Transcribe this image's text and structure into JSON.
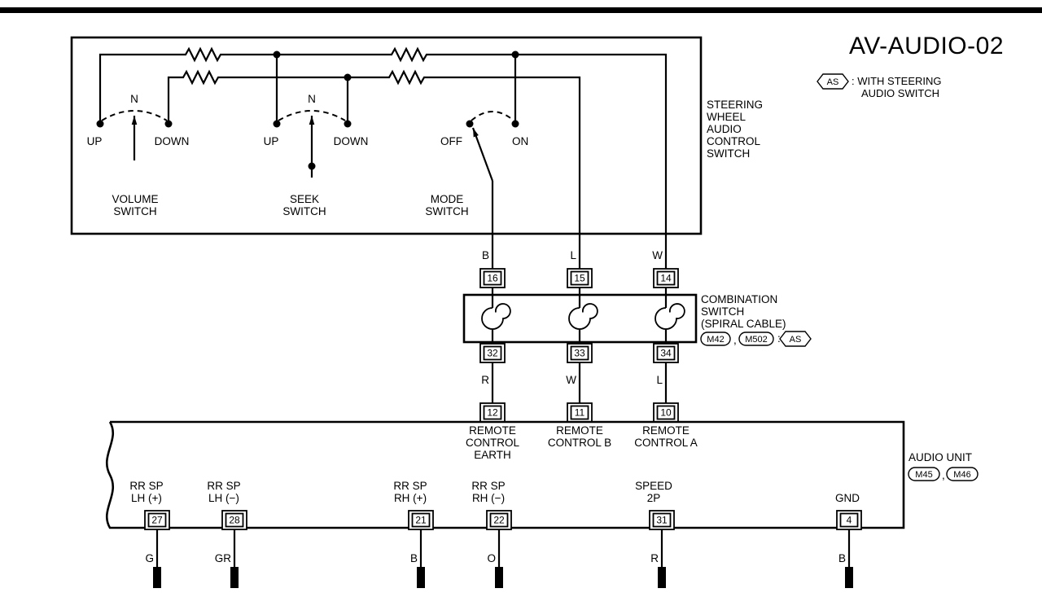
{
  "title": "AV-AUDIO-02",
  "legend": {
    "badge": "AS",
    "line1": ": WITH STEERING",
    "line2": "AUDIO SWITCH"
  },
  "steering_switch": {
    "name_lines": [
      "STEERING",
      "WHEEL",
      "AUDIO",
      "CONTROL",
      "SWITCH"
    ],
    "volume": {
      "up": "UP",
      "neutral": "N",
      "down": "DOWN",
      "name1": "VOLUME",
      "name2": "SWITCH"
    },
    "seek": {
      "up": "UP",
      "neutral": "N",
      "down": "DOWN",
      "name1": "SEEK",
      "name2": "SWITCH"
    },
    "mode": {
      "off": "OFF",
      "on": "ON",
      "name1": "MODE",
      "name2": "SWITCH"
    }
  },
  "harness_top": {
    "wires": [
      "B",
      "L",
      "W"
    ]
  },
  "combination_switch": {
    "name1": "COMBINATION",
    "name2": "SWITCH",
    "name3": "(SPIRAL CABLE)",
    "badge1": "M42",
    "sep1": ",",
    "badge2": "M502",
    "sep2": ":",
    "badge3": "AS",
    "pins_top": [
      "16",
      "15",
      "14"
    ],
    "pins_bottom": [
      "32",
      "33",
      "34"
    ]
  },
  "harness_mid": {
    "wires": [
      "R",
      "W",
      "L"
    ]
  },
  "audio_unit": {
    "name": "AUDIO UNIT",
    "badge1": "M45",
    "sep": ",",
    "badge2": "M46",
    "pins_top": [
      "12",
      "11",
      "10"
    ],
    "remote_earth": [
      "REMOTE",
      "CONTROL",
      "EARTH"
    ],
    "remote_b": [
      "REMOTE",
      "CONTROL B"
    ],
    "remote_a": [
      "REMOTE",
      "CONTROL A"
    ],
    "bottom_terminals": [
      {
        "line1": "RR SP",
        "line2": "LH (+)",
        "pin": "27",
        "wire": "G"
      },
      {
        "line1": "RR SP",
        "line2": "LH (−)",
        "pin": "28",
        "wire": "GR"
      },
      {
        "line1": "RR SP",
        "line2": "RH (+)",
        "pin": "21",
        "wire": "B"
      },
      {
        "line1": "RR SP",
        "line2": "RH (−)",
        "pin": "22",
        "wire": "O"
      },
      {
        "line1": "SPEED",
        "line2": "2P",
        "pin": "31",
        "wire": "R"
      },
      {
        "line1": "GND",
        "pin": "4",
        "wire": "B"
      }
    ]
  },
  "colors": {
    "ink": "#000000",
    "paper": "#ffffff"
  }
}
